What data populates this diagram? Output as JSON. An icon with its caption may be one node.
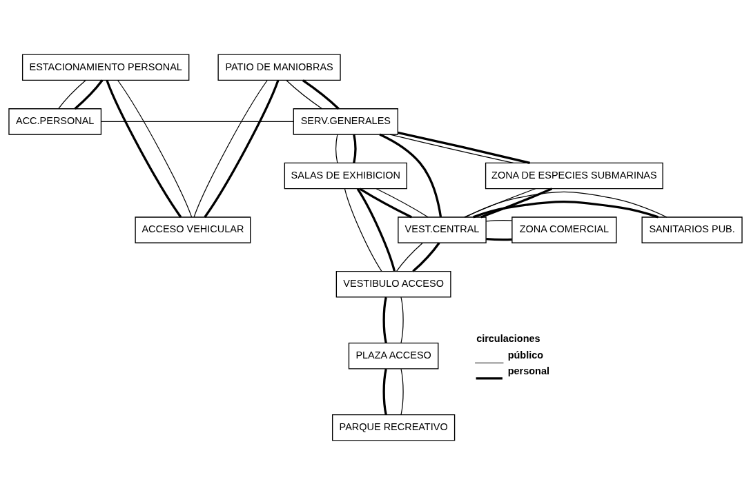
{
  "diagram": {
    "nodes": [
      {
        "text": [
          "ESTACIONAMIENTO PERSONAL"
        ]
      },
      {
        "text": [
          "PATIO DE MANIOBRAS"
        ]
      },
      {
        "text": [
          "ACC.PERSONAL"
        ]
      },
      {
        "text": [
          "SERV.GENERALES"
        ]
      },
      {
        "text": [
          "SALAS DE EXHIBICION"
        ]
      },
      {
        "text": [
          "ZONA DE ESPECIES SUBMARINAS"
        ]
      },
      {
        "text": [
          "SANITARIOS PUB."
        ]
      },
      {
        "text": [
          "ACCESO VEHICULAR"
        ]
      },
      {
        "text": [
          "VEST.CENTRAL"
        ]
      },
      {
        "text": [
          "ZONA COMERCIAL"
        ]
      },
      {
        "text": [
          "VESTIBULO ACCESO"
        ]
      },
      {
        "text": [
          "PLAZA ACCESO"
        ]
      },
      {
        "text": [
          "PARQUE RECREATIVO"
        ]
      }
    ],
    "edges": [
      {
        "from": 7,
        "to": 1,
        "arrow": "none"
      },
      {
        "from": 7,
        "to": 1,
        "arrow": "none",
        "style": "thick"
      },
      {
        "from": 7,
        "to": 0,
        "arrow": "none",
        "style": "thick"
      },
      {
        "from": 7,
        "to": 0,
        "arrow": "none"
      },
      {
        "from": 0,
        "to": 2,
        "arrow": "none"
      },
      {
        "from": 0,
        "to": 2,
        "arrow": "none",
        "style": "thick"
      },
      {
        "from": 2,
        "to": 3,
        "arrow": "none"
      },
      {
        "from": 1,
        "to": 3,
        "arrow": "none"
      },
      {
        "from": 1,
        "to": 3,
        "arrow": "none",
        "style": "thick"
      },
      {
        "from": 3,
        "to": 4,
        "arrow": "none"
      },
      {
        "from": 3,
        "to": 4,
        "arrow": "none",
        "style": "thick"
      },
      {
        "from": 3,
        "to": 5,
        "arrow": "none"
      },
      {
        "from": 3,
        "to": 5,
        "arrow": "none",
        "style": "thick"
      },
      {
        "from": 3,
        "to": 8,
        "arrow": "none",
        "style": "thick"
      },
      {
        "from": 5,
        "to": 8,
        "arrow": "none"
      },
      {
        "from": 5,
        "to": 8,
        "arrow": "none",
        "style": "thick"
      },
      {
        "from": 4,
        "to": 8,
        "arrow": "none",
        "style": "thick"
      },
      {
        "from": 4,
        "to": 8,
        "arrow": "none"
      },
      {
        "from": 4,
        "to": 10,
        "arrow": "none"
      },
      {
        "from": 4,
        "to": 10,
        "arrow": "none",
        "style": "thick"
      },
      {
        "from": 8,
        "to": 6,
        "arrow": "none",
        "style": "thick"
      },
      {
        "from": 8,
        "to": 6,
        "arrow": "none"
      },
      {
        "from": 8,
        "to": 9,
        "arrow": "none",
        "style": "thick"
      },
      {
        "from": 8,
        "to": 9,
        "arrow": "none"
      },
      {
        "from": 8,
        "to": 10,
        "arrow": "none"
      },
      {
        "from": 8,
        "to": 10,
        "arrow": "none",
        "style": "thick"
      },
      {
        "from": 10,
        "to": 11,
        "arrow": "none",
        "style": "thick"
      },
      {
        "from": 10,
        "to": 11,
        "arrow": "none"
      },
      {
        "from": 11,
        "to": 12,
        "arrow": "none",
        "style": "thick"
      },
      {
        "from": 11,
        "to": 12,
        "arrow": "none"
      }
    ],
    "labels": [
      "circulaciones"
    ],
    "legend": [
      {
        "text": "público"
      },
      {
        "text": "personal"
      }
    ]
  }
}
